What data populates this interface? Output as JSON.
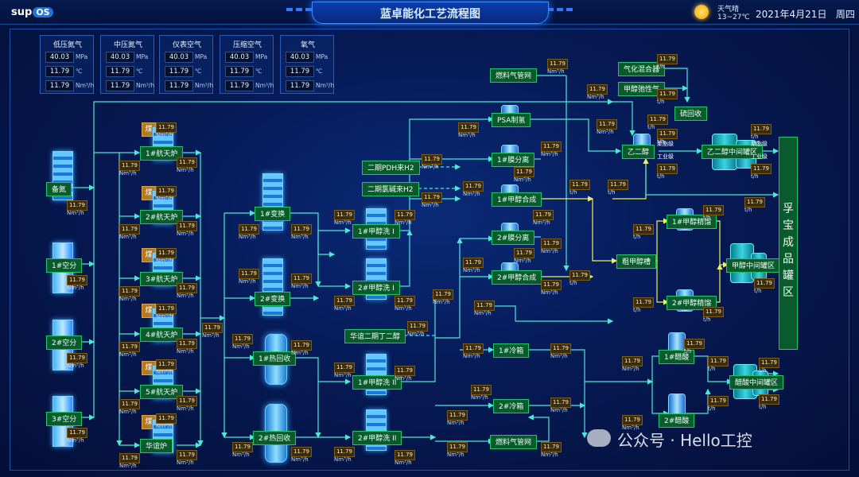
{
  "header": {
    "logo": "sup",
    "logo_badge": "OS",
    "title": "蓝卓能化工艺流程图",
    "weather_label": "天气晴",
    "temperature": "13~27℃",
    "date": "2021年4月21日",
    "weekday": "周四"
  },
  "panels": [
    {
      "title": "低压氮气",
      "pressure": "40.03",
      "p_unit": "MPa",
      "temp": "11.79",
      "t_unit": "℃",
      "flow": "11.79",
      "f_unit": "Nm³/h"
    },
    {
      "title": "中压氮气",
      "pressure": "40.03",
      "p_unit": "MPa",
      "temp": "11.79",
      "t_unit": "℃",
      "flow": "11.79",
      "f_unit": "Nm³/h"
    },
    {
      "title": "仪表空气",
      "pressure": "40.03",
      "p_unit": "MPa",
      "temp": "11.79",
      "t_unit": "℃",
      "flow": "11.79",
      "f_unit": "Nm³/h"
    },
    {
      "title": "压缩空气",
      "pressure": "40.03",
      "p_unit": "MPa",
      "temp": "11.79",
      "t_unit": "℃",
      "flow": "11.79",
      "f_unit": "Nm³/h"
    },
    {
      "title": "氧气",
      "pressure": "40.03",
      "p_unit": "MPa",
      "temp": "11.79",
      "t_unit": "℃",
      "flow": "11.79",
      "f_unit": "Nm³/h"
    }
  ],
  "nodes": {
    "standby_n2": "备氮",
    "air1": "1#空分",
    "air2": "2#空分",
    "air3": "3#空分",
    "coal": "煤",
    "g1": "1#航天炉",
    "g2": "2#航天炉",
    "g3": "3#航天炉",
    "g4": "4#航天炉",
    "g5": "5#航天炉",
    "g6": "华谊炉",
    "shift1": "1#变换",
    "shift2": "2#变换",
    "heat1": "1#热回收",
    "heat2": "2#热回收",
    "wash1": "1#甲醇洗 I",
    "wash2": "2#甲醇洗 I",
    "wash3": "1#甲醇洗 II",
    "wash4": "2#甲醇洗 II",
    "pdh_h2": "二期PDH来H2",
    "alkali_h2": "二期氯碱来H2",
    "huayi_butane": "华谊二期丁二醇",
    "fuel_net1": "燃料气管网",
    "psa": "PSA制氢",
    "mem1": "1#膜分离",
    "meoh1": "1#甲醇合成",
    "mem2": "2#膜分离",
    "meoh2": "2#甲醇合成",
    "cold1": "1#冷箱",
    "cold2": "2#冷箱",
    "fuel_net2": "燃料气管网",
    "gas_mix": "气化混合器",
    "meoh_off": "甲醇弛性气",
    "s_recover": "硫回收",
    "eg": "乙二醇",
    "eg_tank": "乙二醇中间罐区",
    "poly": "聚酯级",
    "industrial": "工业级",
    "crude_meoh": "粗甲醇槽",
    "meoh_rect1": "1#甲醇精馏",
    "meoh_rect2": "2#甲醇精馏",
    "meoh_tank": "甲醇中间罐区",
    "acid1": "1#醋酸",
    "acid2": "2#醋酸",
    "acid_tank": "醋酸中间罐区",
    "product": "孚宝成品罐区"
  },
  "value": "11.79",
  "units": {
    "flow": "Nm³/h",
    "mass": "t/h"
  },
  "watermark": "公众号 · Hello工控",
  "colors": {
    "pipe": "#4fe6d8",
    "pipe_yellow": "#e8f35a",
    "node_green": "#0b5a2d",
    "tag_brown": "#3a2c0c"
  }
}
